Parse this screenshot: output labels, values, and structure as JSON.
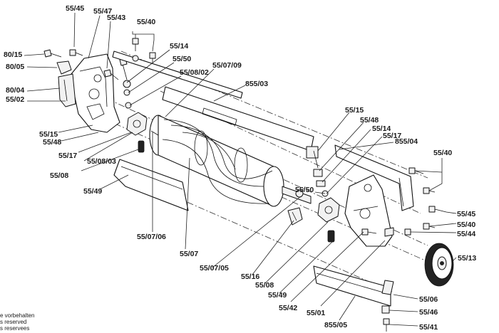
{
  "labels": [
    "55/45",
    "55/47",
    "55/43",
    "55/40",
    "80/15",
    "80/05",
    "55/14",
    "55/50",
    "55/08/02",
    "55/07/09",
    "80/04",
    "55/02",
    "855/03",
    "55/15",
    "55/48",
    "55/17",
    "55/08",
    "55/08/03",
    "55/49",
    "55/15",
    "55/48",
    "55/14",
    "55/17",
    "855/04",
    "55/40",
    "55/45",
    "55/40",
    "55/44",
    "55/50",
    "55/07/06",
    "55/07",
    "55/07/05",
    "55/16",
    "55/08",
    "55/49",
    "55/42",
    "55/01",
    "855/05",
    "55/13",
    "55/06",
    "55/46",
    "55/41"
  ],
  "copyright": [
    "e vorbehalten",
    "s reserved",
    "s reservees"
  ]
}
